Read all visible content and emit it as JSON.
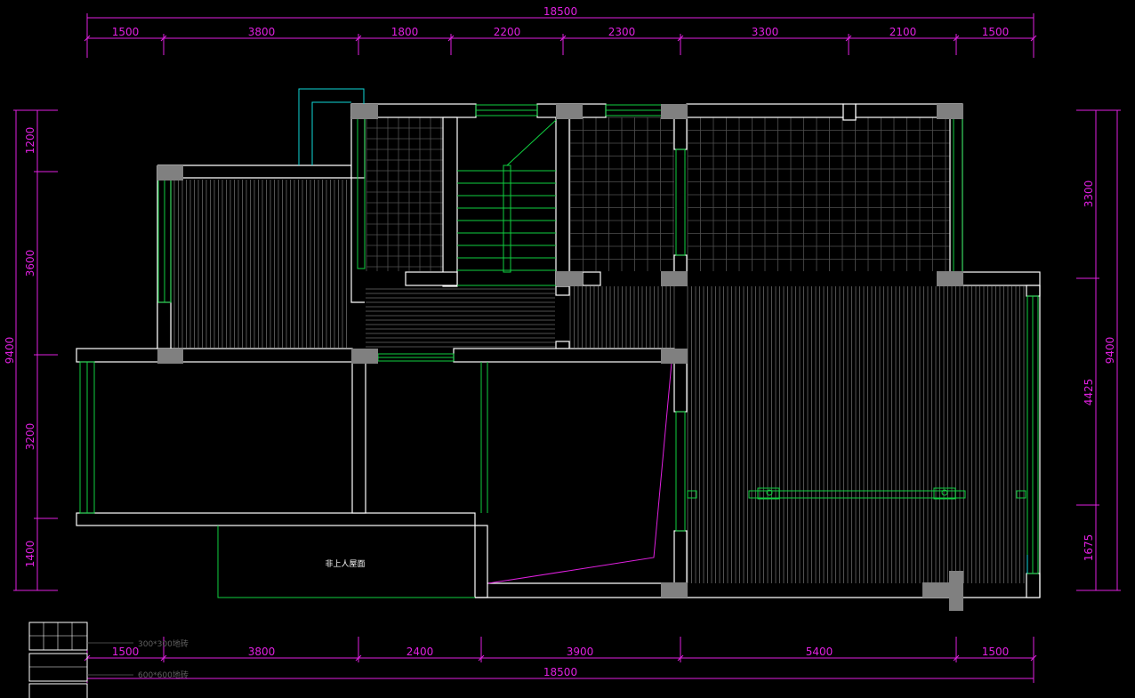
{
  "drawing": {
    "top_overall": "18500",
    "top_segments": [
      "1500",
      "3800",
      "1800",
      "2200",
      "2300",
      "3300",
      "2100",
      "1500"
    ],
    "bottom_overall": "18500",
    "bottom_segments": [
      "1500",
      "3800",
      "2400",
      "3900",
      "5400",
      "1500"
    ],
    "left_overall": "9400",
    "left_segments": [
      "1200",
      "3600",
      "3200",
      "1400"
    ],
    "right_overall": "9400",
    "right_segments": [
      "3300",
      "4425",
      "1675"
    ],
    "room_label": "非上人屋面",
    "legend": [
      {
        "label": "300*300地砖"
      },
      {
        "label": "600*600地砖"
      }
    ]
  },
  "colors": {
    "background": "#000000",
    "dimension": "#e020e0",
    "wall": "#ffffff",
    "window": "#10d040",
    "column": "#808080",
    "hatch": "#606060"
  }
}
